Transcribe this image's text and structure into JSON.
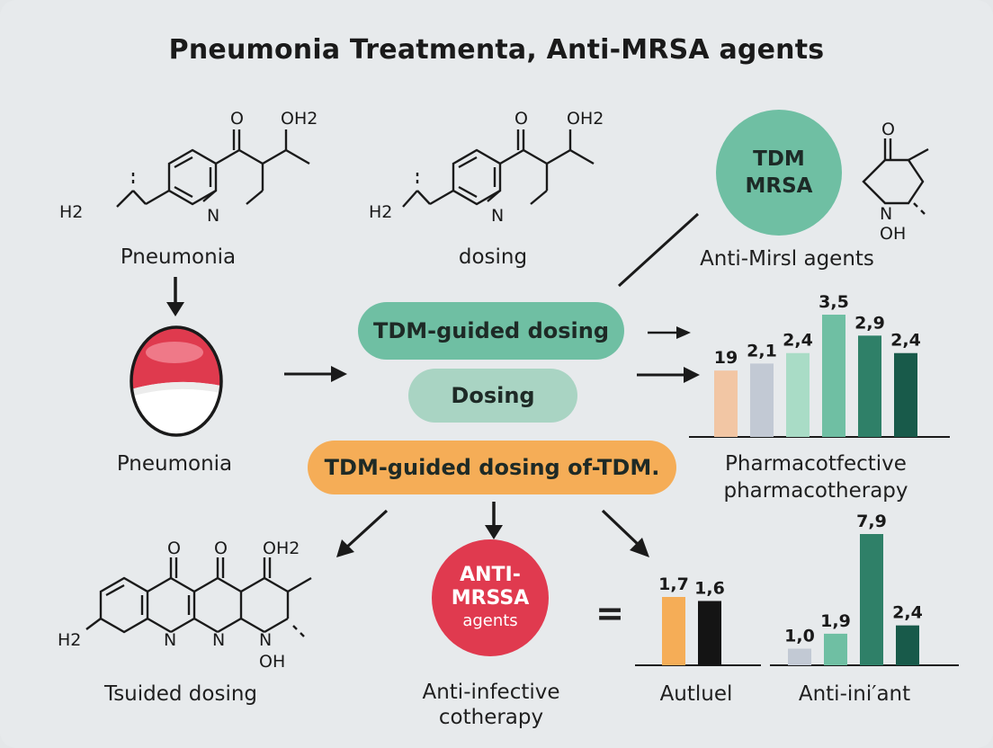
{
  "title": "Pneumonia Treatmenta, Anti-MRSA agents",
  "labels": {
    "pneumonia_top": "Pneumonia",
    "dosing_top": "dosing",
    "anti_mirsl": "Anti-Mirsl agents",
    "pneumonia_mid": "Pneumonia",
    "pharma_line1": "Pharmacotfective",
    "pharma_line2": "pharmacotherapy",
    "tsuided": "Tsuided dosing",
    "anti_infective_line1": "Anti-infective",
    "anti_infective_line2": "cotherapy",
    "autluel": "Autluel",
    "anti_inirant": "Anti-ini′ant",
    "equals": "="
  },
  "pills": {
    "tdm_guided": "TDM-guided dosing",
    "dosing": "Dosing",
    "tdm_guided_of": "TDM-guided dosing of-TDM."
  },
  "circles": {
    "tdm_mrsa_line1": "TDM",
    "tdm_mrsa_line2": "MRSA",
    "anti_line1": "ANTI-",
    "anti_line2": "MRSSA",
    "anti_line3": "agents"
  },
  "chem": {
    "o": "O",
    "oh2": "OH2",
    "h2": "H2",
    "n": "N",
    "oh": "OH"
  },
  "colors": {
    "teal_light": "#8fcdb8",
    "teal_pill": "#6fbfa3",
    "teal_mid": "#4fa88d",
    "teal_dark": "#2a7a66",
    "green_darkest": "#185a4a",
    "orange": "#f5ad57",
    "red": "#e03a4f",
    "peach": "#f2c6a4",
    "slate": "#c2c9d4",
    "black": "#141414"
  },
  "chart_data": [
    {
      "type": "bar",
      "categories": [
        "",
        "",
        "",
        "",
        "",
        ""
      ],
      "values": [
        1.9,
        2.1,
        2.4,
        3.5,
        2.9,
        2.4
      ],
      "value_labels": [
        "19",
        "2,1",
        "2,4",
        "3,5",
        "2,9",
        "2,4"
      ],
      "colors": [
        "#f2c6a4",
        "#c2c9d4",
        "#a9dcc6",
        "#6fbfa3",
        "#2f8068",
        "#185a4a"
      ],
      "grid": false,
      "legend": "none"
    },
    {
      "type": "bar",
      "categories": [
        "",
        ""
      ],
      "values": [
        1.7,
        1.6
      ],
      "value_labels": [
        "1,7",
        "1,6"
      ],
      "colors": [
        "#f5ad57",
        "#141414"
      ],
      "grid": false,
      "legend": "none"
    },
    {
      "type": "bar",
      "categories": [
        "",
        "",
        "",
        ""
      ],
      "values": [
        1.0,
        1.9,
        7.9,
        2.4
      ],
      "value_labels": [
        "1,0",
        "1,9",
        "7,9",
        "2,4"
      ],
      "colors": [
        "#c2c9d4",
        "#6fbfa3",
        "#2f8068",
        "#185a4a"
      ],
      "grid": false,
      "legend": "none"
    }
  ]
}
